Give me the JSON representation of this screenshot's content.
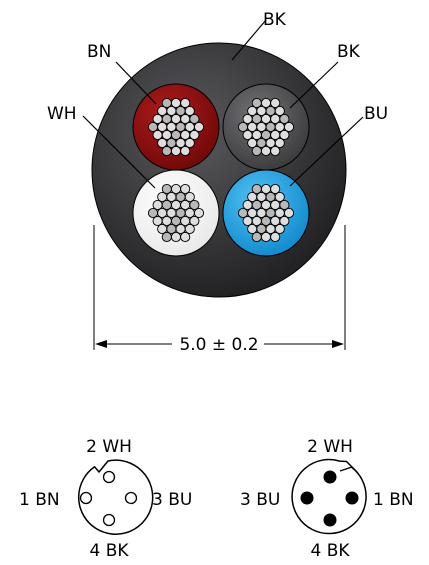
{
  "colors": {
    "jacket": "#2b2b2d",
    "jacket_highlight": "#5a5a5e",
    "brown": "#8b0e0e",
    "brown_highlight": "#b01c1c",
    "black_core": "#4d4d4f",
    "black_core_highlight": "#727274",
    "white": "#ffffff",
    "blue": "#1a9fe0",
    "blue_highlight": "#53c2f4",
    "strand_fill": "#cfcfcf",
    "strand_stroke": "#000000",
    "line": "#000000"
  },
  "cable": {
    "labels": {
      "jacket": "BK",
      "brown": "BN",
      "black": "BK",
      "white": "WH",
      "blue": "BU"
    },
    "dimension": "5.0 ± 0.2"
  },
  "connectors": {
    "left": {
      "type": "female",
      "labels": {
        "top": "2 WH",
        "left": "1 BN",
        "right": "3 BU",
        "bottom": "4 BK"
      }
    },
    "right": {
      "type": "male",
      "labels": {
        "top": "2 WH",
        "left": "3 BU",
        "right": "1 BN",
        "bottom": "4 BK"
      }
    }
  }
}
